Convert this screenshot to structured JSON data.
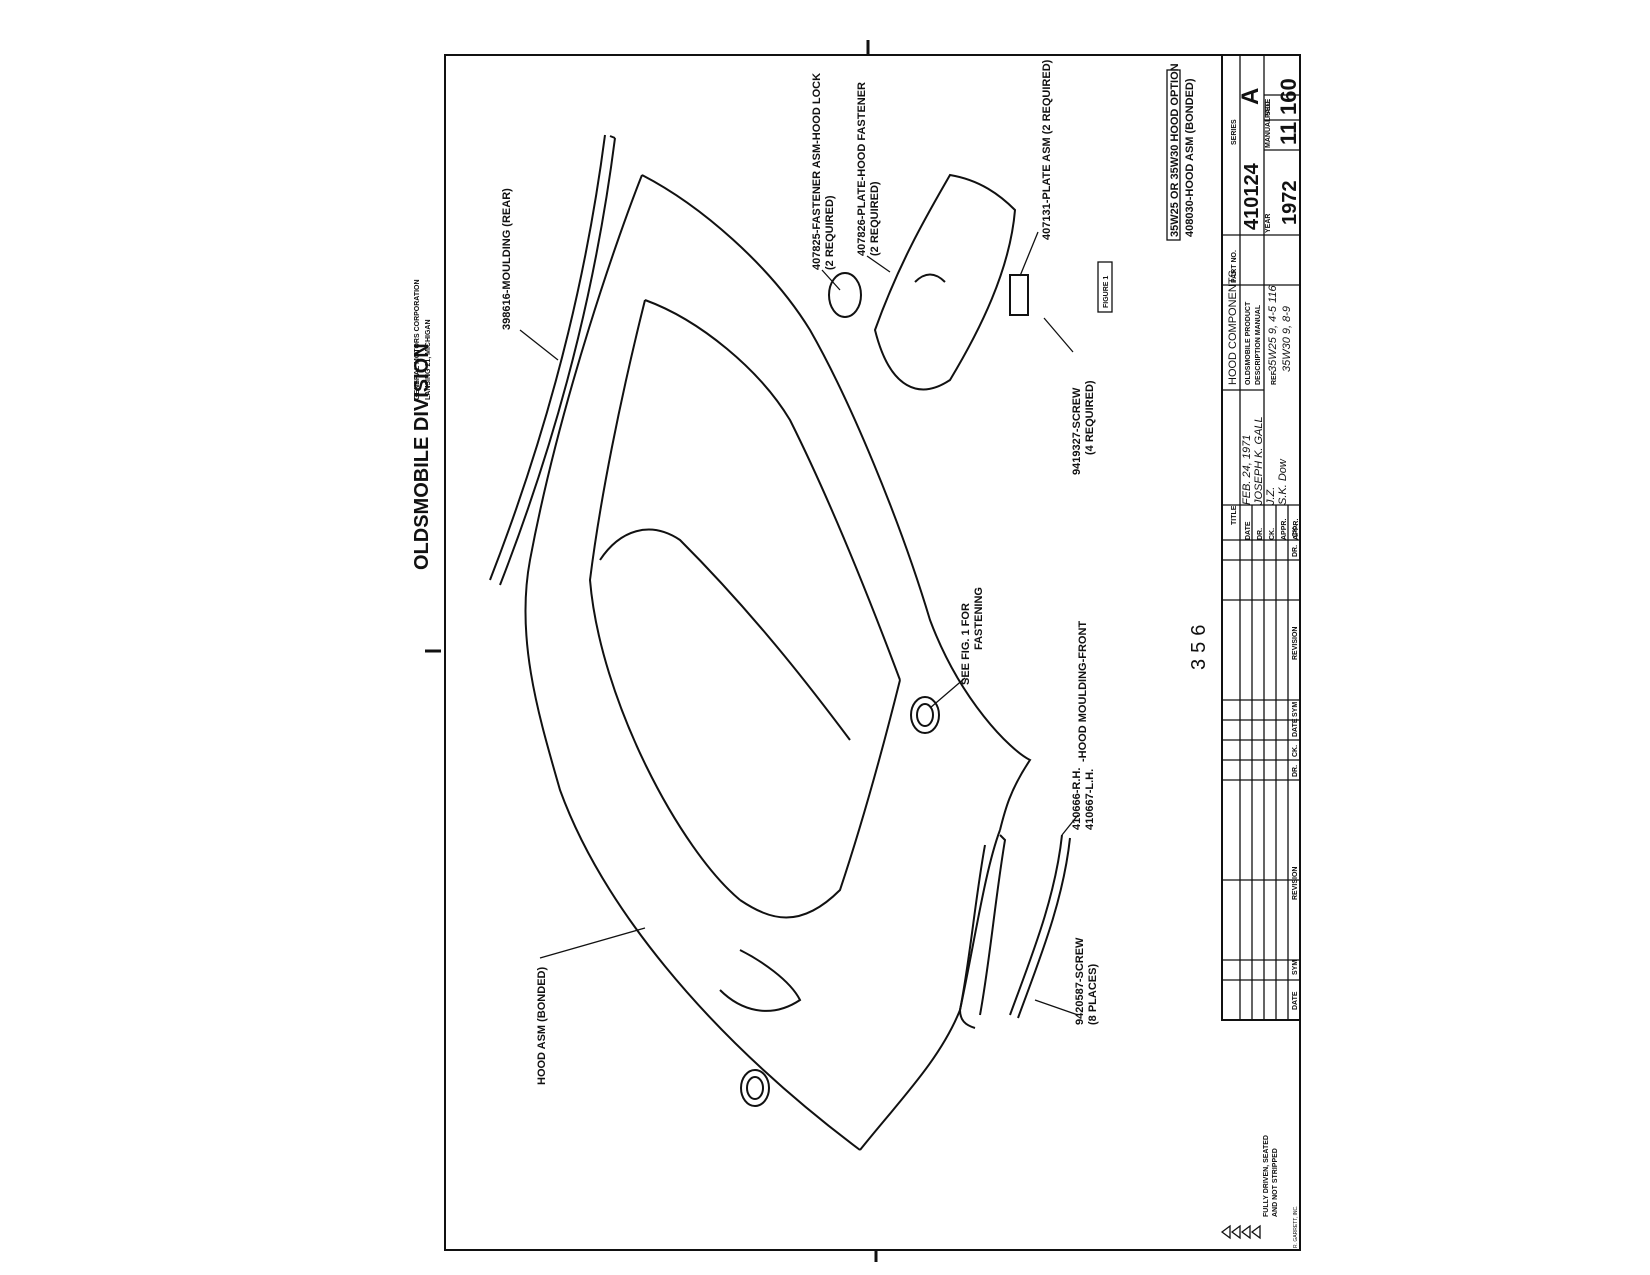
{
  "header": {
    "division": "OLDSMOBILE DIVISION",
    "corporation": "GENERAL MOTORS CORPORATION",
    "location": "LANSING 21, MICHIGAN"
  },
  "callouts": {
    "moulding_rear": "398616-MOULDING (REAR)",
    "hood_asm": "HOOD ASM (BONDED)",
    "see_fig": "SEE FIG. 1 FOR",
    "fastening": "FASTENING",
    "moulding_front_rh": "410666-R.H.",
    "moulding_front_lh": "410667-L.H.",
    "moulding_front_name": "-HOOD MOULDING-FRONT",
    "screw_8": "9420587-SCREW",
    "screw_8_qty": "(8 PLACES)",
    "fastener_lock": "407825-FASTENER ASM-HOOD LOCK",
    "fastener_lock_qty": "(2 REQUIRED)",
    "plate_fastener": "407826-PLATE-HOOD FASTENER",
    "plate_fastener_qty": "(2 REQUIRED)",
    "plate_asm": "407131-PLATE ASM (2 REQUIRED)",
    "screw_4": "9419327-SCREW",
    "screw_4_qty": "(4 REQUIRED)",
    "figure_1": "FIGURE 1"
  },
  "page_stamp": "356",
  "option_box": {
    "line1": "35W25 OR 35W30 HOOD OPTION",
    "line2": "408030-HOOD ASM (BONDED)"
  },
  "title_block": {
    "title_label": "TITLE",
    "title": "HOOD COMPONENTS",
    "product": "OLDSMOBILE PRODUCT",
    "manual": "DESCRIPTION MANUAL",
    "ref_label": "REF.",
    "ref_value": "35W25 9, 4-5 116",
    "ref_value2": "35W30 9, 8-9",
    "date_label": "DATE",
    "date_value": "FEB. 24, 1971",
    "dr_label": "DR.",
    "dr_value": "JOSEPH K. GALL",
    "ck_label": "CK.",
    "ck_value": "J.Z.",
    "appr_label": "APPR.",
    "appr_value": "S.K. Dow",
    "appr2_label": "APPR.",
    "part_no_label": "PART NO.",
    "part_no": "410124",
    "series_label": "SERIES",
    "series": "A",
    "year_label": "YEAR",
    "year": "1972",
    "manual_sec_label": "MANUAL SEC.",
    "manual_sec": "11",
    "page_label": "PAGE",
    "page": "160",
    "rev_headers": [
      "DATE",
      "SYM",
      "REVISION",
      "DR.",
      "CK.",
      "DATE",
      "SYM",
      "REVISION",
      "DR.",
      "CK."
    ]
  },
  "footnote": {
    "line1": "FULLY DRIVEN, SEATED",
    "line2": "AND NOT STRIPPED",
    "printer": "R. GARRETT, INC."
  }
}
